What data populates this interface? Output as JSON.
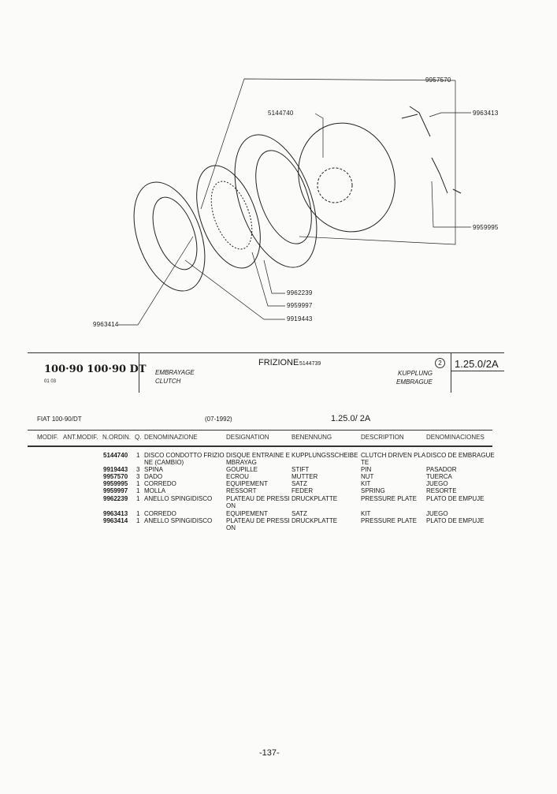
{
  "diagram": {
    "callouts": [
      "9957570",
      "5144740",
      "9963413",
      "9959995",
      "9962239",
      "9959997",
      "9919443",
      "9963414"
    ]
  },
  "header": {
    "model": "100·90 100·90 DT",
    "model_sub": "01 03",
    "title": "FRIZIONE",
    "title_code": "5144739",
    "fr": "EMBRAYAGE",
    "en": "CLUTCH",
    "de": "KUPPLUNG",
    "es": "EMBRAGUE",
    "circle_num": "2",
    "ref": "1.25.0/2A"
  },
  "subheader": {
    "vehicle": "FIAT 100-90/DT",
    "date": "(07-1992)",
    "ref": "1.25.0/ 2A"
  },
  "columns": [
    "MODIF.",
    "ANT.MODIF.",
    "N.ORDIN.",
    "Q.",
    "DENOMINAZIONE",
    "DESIGNATION",
    "BENENNUNG",
    "DESCRIPTION",
    "DENOMINACIONES"
  ],
  "rows": [
    {
      "part": "5144740",
      "q": "1",
      "it": "DISCO CONDOTTO FRIZIO\nNE (CAMBIO)",
      "fr": "DISQUE ENTRAINE E\nMBRAYAG",
      "de": "KUPPLUNGSSCHEIBE",
      "en": "CLUTCH DRIVEN PLA\nTE",
      "es": "DISCO DE EMBRAGUE"
    },
    {
      "part": "9919443",
      "q": "3",
      "it": "SPINA",
      "fr": "GOUPILLE",
      "de": "STIFT",
      "en": "PIN",
      "es": "PASADOR"
    },
    {
      "part": "9957570",
      "q": "3",
      "it": "DADO",
      "fr": "ECROU",
      "de": "MUTTER",
      "en": "NUT",
      "es": "TUERCA"
    },
    {
      "part": "9959995",
      "q": "1",
      "it": "CORREDO",
      "fr": "EQUIPEMENT",
      "de": "SATZ",
      "en": "KIT",
      "es": "JUEGO"
    },
    {
      "part": "9959997",
      "q": "1",
      "it": "MOLLA",
      "fr": "RESSORT",
      "de": "FEDER",
      "en": "SPRING",
      "es": "RESORTE"
    },
    {
      "part": "9962239",
      "q": "1",
      "it": "ANELLO SPINGIDISCO",
      "fr": "PLATEAU DE PRESSI\nON",
      "de": "DRUCKPLATTE",
      "en": "PRESSURE PLATE",
      "es": "PLATO DE EMPUJE"
    },
    {
      "part": "9963413",
      "q": "1",
      "it": "CORREDO",
      "fr": "EQUIPEMENT",
      "de": "SATZ",
      "en": "KIT",
      "es": "JUEGO"
    },
    {
      "part": "9963414",
      "q": "1",
      "it": "ANELLO SPINGIDISCO",
      "fr": "PLATEAU DE PRESSI\nON",
      "de": "DRUCKPLATTE",
      "en": "PRESSURE PLATE",
      "es": "PLATO DE EMPUJE"
    }
  ],
  "page_number": "-137-"
}
